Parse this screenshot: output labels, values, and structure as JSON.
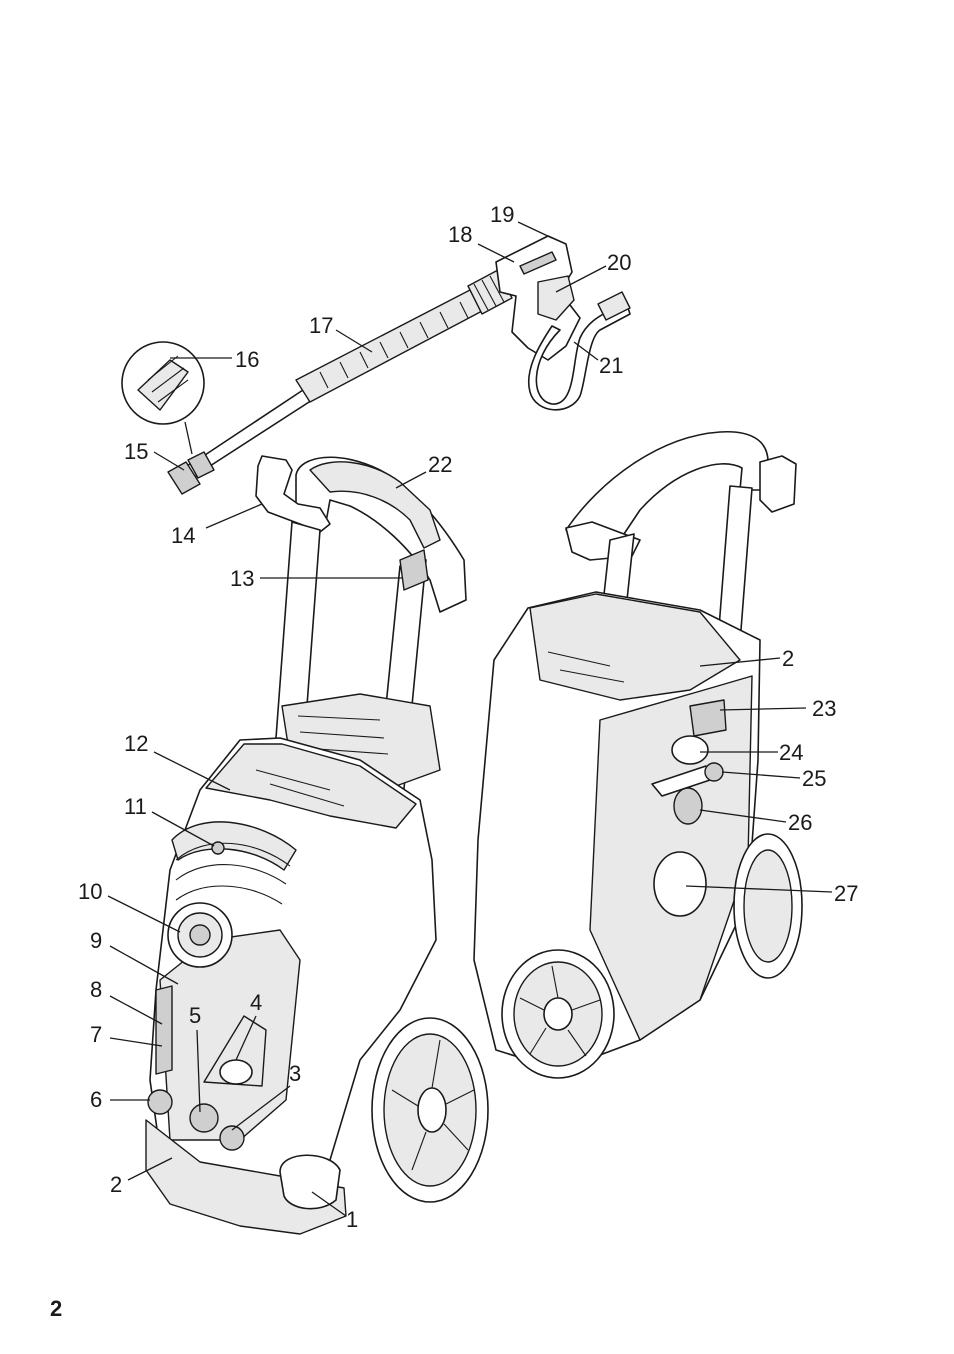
{
  "page_number": "2",
  "callouts": {
    "c1": "1",
    "c2a": "2",
    "c2b": "2",
    "c3": "3",
    "c4": "4",
    "c5": "5",
    "c6": "6",
    "c7": "7",
    "c8": "8",
    "c9": "9",
    "c10": "10",
    "c11": "11",
    "c12": "12",
    "c13": "13",
    "c14": "14",
    "c15": "15",
    "c16": "16",
    "c17": "17",
    "c18": "18",
    "c19": "19",
    "c20": "20",
    "c21": "21",
    "c22": "22",
    "c23": "23",
    "c24": "24",
    "c25": "25",
    "c26": "26",
    "c27": "27"
  }
}
